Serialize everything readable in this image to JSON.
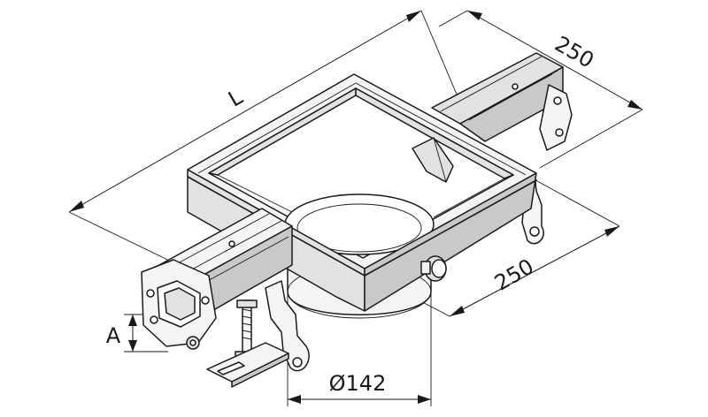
{
  "diagram": {
    "dimensions": {
      "length_label": "L",
      "width_top_label": "250",
      "width_side_label": "250",
      "outlet_diameter_label": "Ø142",
      "height_adjust_label": "A"
    }
  }
}
